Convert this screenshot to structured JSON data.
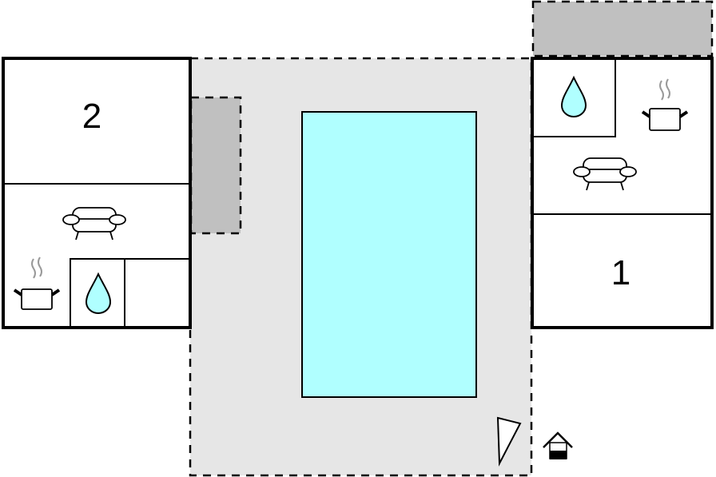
{
  "diagram": {
    "type": "floor-plan",
    "colors": {
      "terrace": "#e6e6e6",
      "covered": "#c0c0c0",
      "pool": "#b0ffff",
      "wall": "#000000",
      "room": "#ffffff",
      "water_icon": "#b0ffff",
      "steam": "#999999"
    },
    "units": [
      {
        "id": "unit-left",
        "label": "2",
        "rooms": [
          "bedroom-2",
          "living-room",
          "kitchen",
          "bathroom",
          "storage"
        ]
      },
      {
        "id": "unit-right",
        "label": "1",
        "rooms": [
          "bathroom",
          "kitchen",
          "living-room",
          "bedroom-1"
        ]
      }
    ],
    "areas": [
      "terrace",
      "pool",
      "covered-terrace-left",
      "covered-terrace-top-right"
    ],
    "icons": [
      "sofa-icon",
      "cooking-pot-icon",
      "water-drop-icon",
      "triangle-marker-icon",
      "entrance-house-icon"
    ]
  }
}
